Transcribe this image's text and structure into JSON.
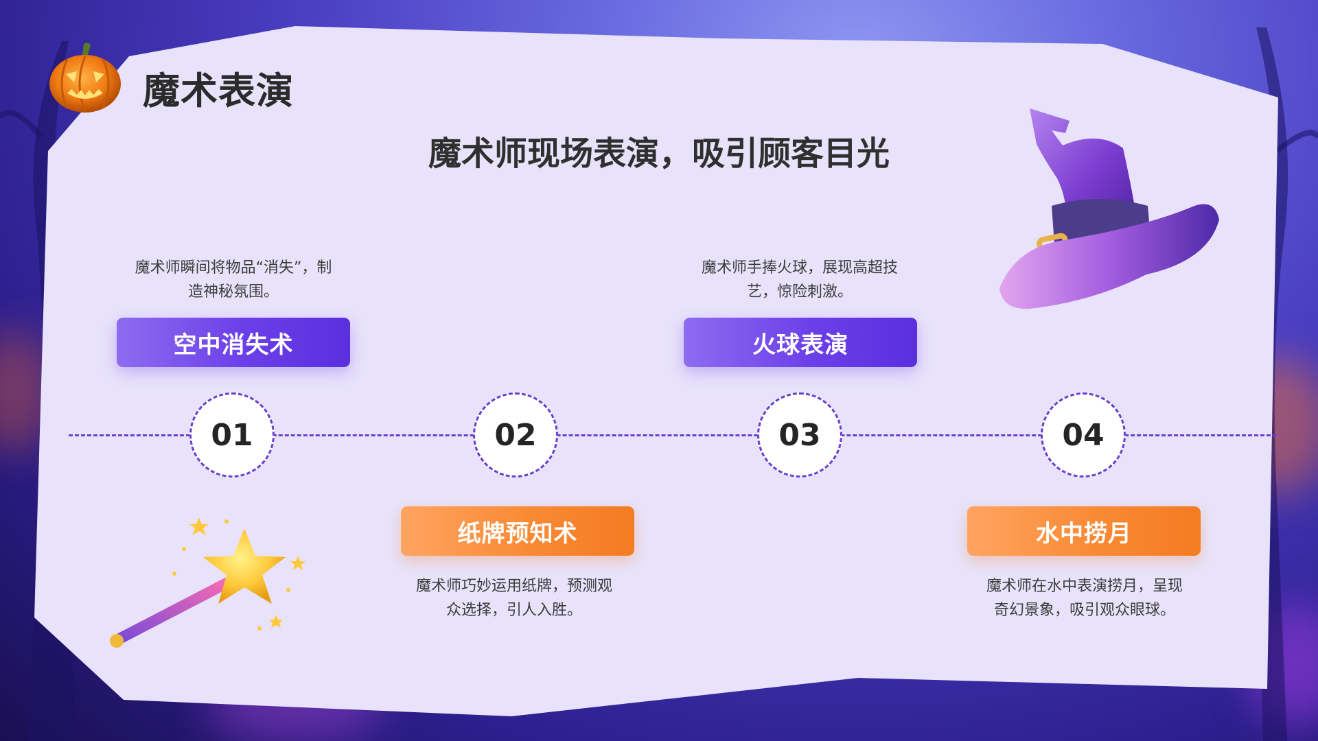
{
  "header": {
    "title": "魔术表演"
  },
  "main": {
    "subtitle": "魔术师现场表演，吸引顾客目光"
  },
  "timeline": {
    "items": [
      {
        "number": "01",
        "label": "空中消失术",
        "description": "魔术师瞬间将物品“消失”，制造神秘氛围。",
        "color": "#6b3fe8"
      },
      {
        "number": "02",
        "label": "纸牌预知术",
        "description": "魔术师巧妙运用纸牌，预测观众选择，引人入胜。",
        "color": "#f98a34"
      },
      {
        "number": "03",
        "label": "火球表演",
        "description": "魔术师手捧火球，展现高超技艺，惊险刺激。",
        "color": "#6b3fe8"
      },
      {
        "number": "04",
        "label": "水中捞月",
        "description": "魔术师在水中表演捞月，呈现奇幻景象，吸引观众眼球。",
        "color": "#f98a34"
      }
    ]
  },
  "icons": {
    "pumpkin": "pumpkin-icon",
    "witch_hat": "witch-hat-icon",
    "magic_wand": "magic-wand-icon"
  },
  "colors": {
    "panel": "#e8e3fb",
    "accent_purple": "#6b3fe8",
    "accent_orange": "#f98a34",
    "dash": "#6a3fd0"
  }
}
